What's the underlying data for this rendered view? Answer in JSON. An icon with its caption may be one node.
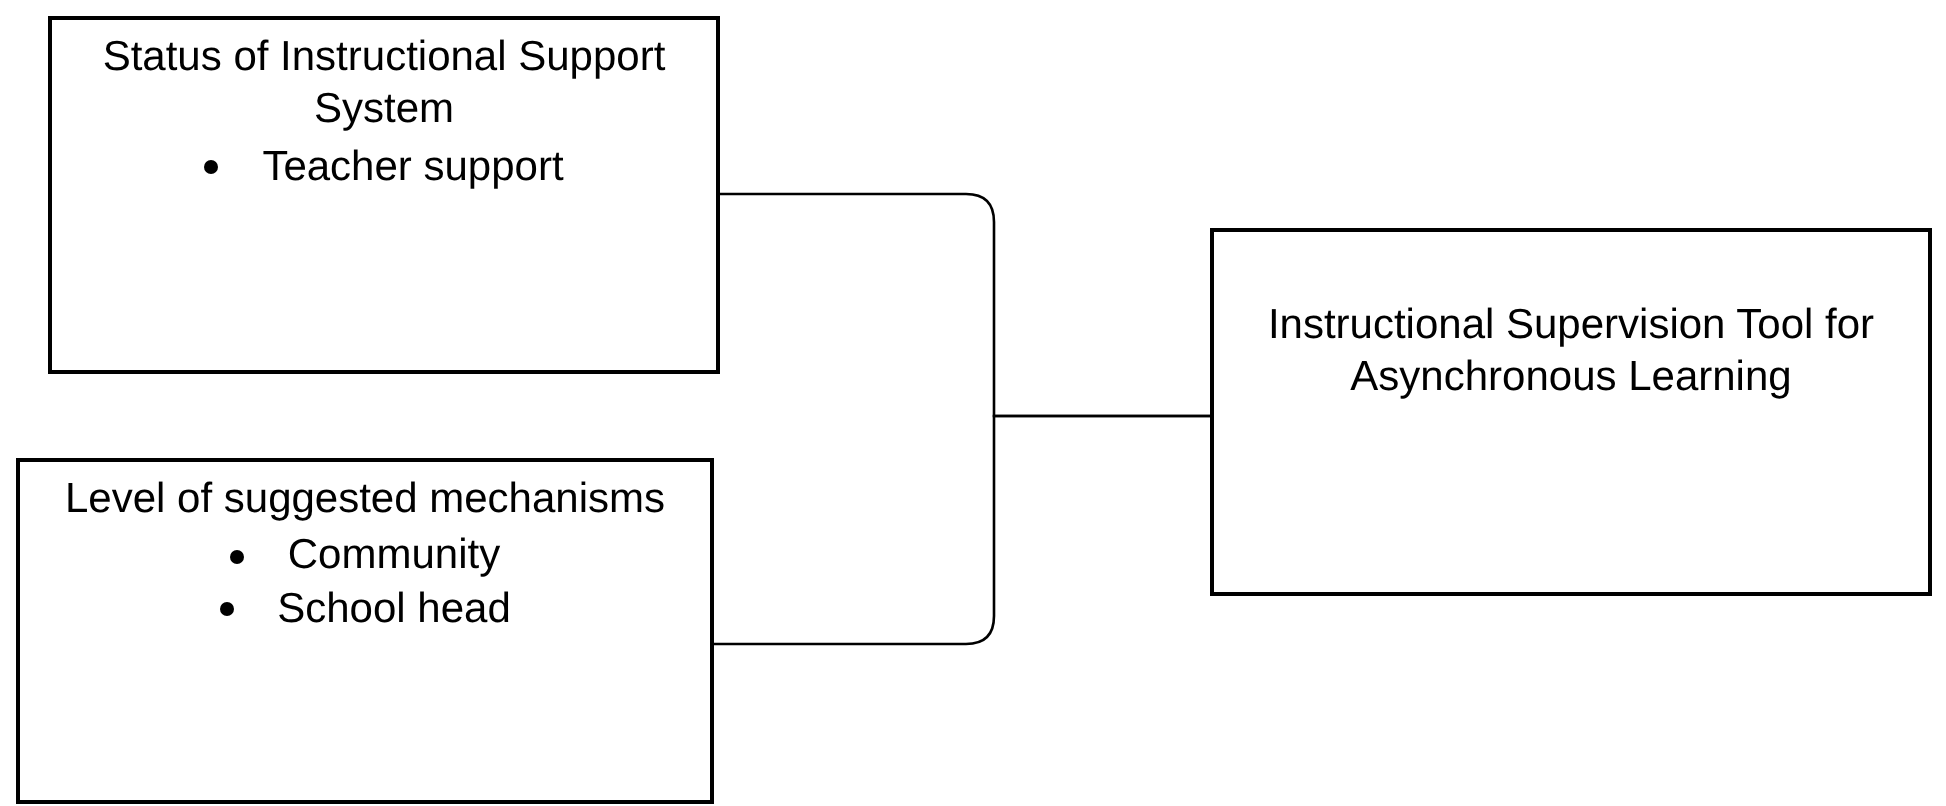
{
  "diagram": {
    "nodes": [
      {
        "text": [
          "Status of Instructional Support System",
          "Teacher support"
        ]
      },
      {
        "text": [
          "Level of suggested mechanisms",
          "Community",
          "School head"
        ]
      },
      {
        "text": [
          "Instructional Supervision Tool for Asynchronous Learning"
        ]
      }
    ],
    "edges": [
      {
        "from": 0,
        "to": 2,
        "arrow": "none"
      },
      {
        "from": 1,
        "to": 2,
        "arrow": "none"
      }
    ]
  }
}
